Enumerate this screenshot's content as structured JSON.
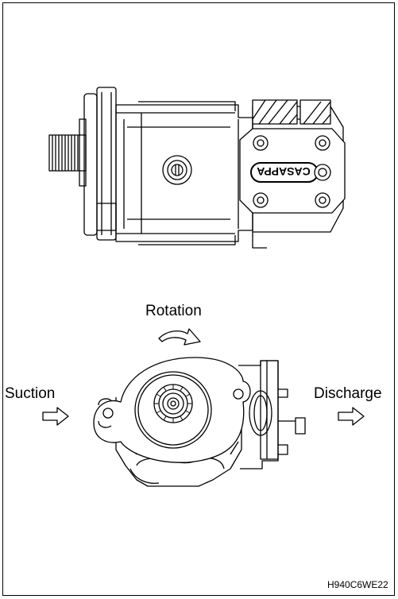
{
  "labels": {
    "rotation": "Rotation",
    "suction": "Suction",
    "discharge": "Discharge",
    "brand": "CASAPPA",
    "figure_code": "H940C6WE22"
  },
  "icons": {
    "rotation_arrow": "curved-arrow-right-icon",
    "suction_arrow": "hollow-arrow-right-icon",
    "discharge_arrow": "hollow-arrow-right-icon"
  },
  "colors": {
    "line": "#000000",
    "background": "#ffffff"
  }
}
